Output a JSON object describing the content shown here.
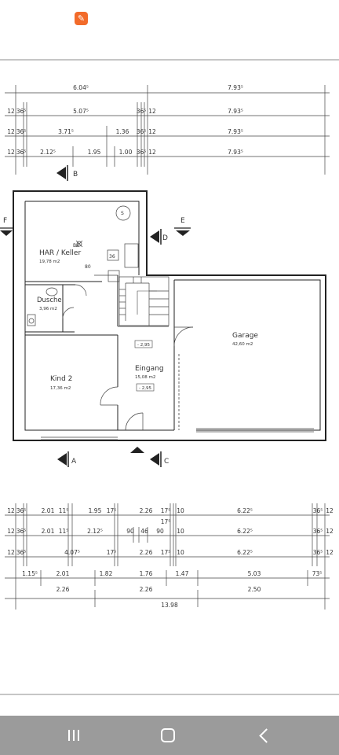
{
  "app": {
    "icon_name": "app-launcher-icon",
    "icon_color": "#f26b2a"
  },
  "dimensions_top": {
    "row1": [
      "6.04⁵",
      "7.93⁵"
    ],
    "row2": [
      "12",
      "36⁵",
      "5.07⁵",
      "36⁵",
      "12",
      "7.93⁵"
    ],
    "row3": [
      "12",
      "36⁵",
      "3.71⁵",
      "1.36",
      "36⁵",
      "12",
      "7.93⁵"
    ],
    "row4": [
      "12",
      "36⁵",
      "2.12⁵",
      "1.95",
      "1.00",
      "36⁵",
      "12",
      "7.93⁵"
    ]
  },
  "section_markers": {
    "B": "B",
    "D": "D",
    "E": "E",
    "F": "F",
    "A": "A",
    "C": "C"
  },
  "rooms": {
    "har": {
      "name": "HAR / Keller",
      "area": "19,78 m2"
    },
    "dusche": {
      "name": "Dusche",
      "area": "3,96 m2"
    },
    "kind": {
      "name": "Kind 2",
      "area": "17,36 m2"
    },
    "eingang": {
      "name": "Eingang",
      "area": "15,08 m2",
      "level_top": "- 2,95",
      "level_bottom": "- 2,95"
    },
    "garage": {
      "name": "Garage",
      "area": "42,60 m2"
    }
  },
  "plan_marks": {
    "s": "S",
    "n36": "36",
    "n80": "80",
    "bc": "BC"
  },
  "dimensions_bottom": {
    "row1": [
      "12",
      "36⁵",
      "2.01",
      "11⁵",
      "1.95",
      "17⁵",
      "2.26",
      "17⁵",
      "10",
      "6.22⁵",
      "36⁵",
      "12"
    ],
    "row1b": [
      "17⁵"
    ],
    "row2": [
      "12",
      "36⁵",
      "2.01",
      "11⁵",
      "2.12⁵",
      "90",
      "46",
      "90",
      "10",
      "6.22⁵",
      "36⁵",
      "12"
    ],
    "row3": [
      "12",
      "36⁵",
      "4.07⁵",
      "17⁵",
      "2.26",
      "17⁵",
      "10",
      "6.22⁵",
      "36⁵",
      "12"
    ],
    "row4": [
      "1.15⁵",
      "2.01",
      "1.82",
      "1.76",
      "1.47",
      "5.03",
      "73⁵"
    ],
    "row5": [
      "2.26",
      "2.26",
      "2.50"
    ],
    "row6": [
      "13.98"
    ]
  },
  "navbar": {
    "color": "#9b9b9b",
    "recents_icon": "recents-icon",
    "home_icon": "home-icon",
    "back_icon": "back-icon"
  }
}
